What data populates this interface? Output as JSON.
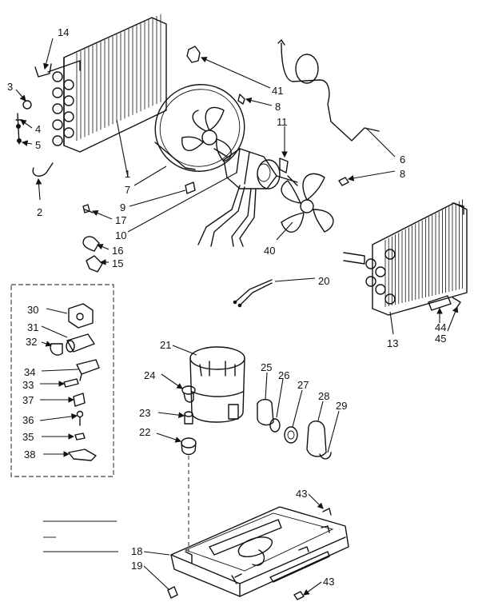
{
  "callouts": [
    {
      "id": "c14",
      "text": "14"
    },
    {
      "id": "c3",
      "text": "3"
    },
    {
      "id": "c4",
      "text": "4"
    },
    {
      "id": "c5",
      "text": "5"
    },
    {
      "id": "c2",
      "text": "2"
    },
    {
      "id": "c1",
      "text": "1"
    },
    {
      "id": "c7",
      "text": "7"
    },
    {
      "id": "c9",
      "text": "9"
    },
    {
      "id": "c17",
      "text": "17"
    },
    {
      "id": "c10",
      "text": "10"
    },
    {
      "id": "c16",
      "text": "16"
    },
    {
      "id": "c15",
      "text": "15"
    },
    {
      "id": "c41",
      "text": "41"
    },
    {
      "id": "c8a",
      "text": "8"
    },
    {
      "id": "c11",
      "text": "11"
    },
    {
      "id": "c6",
      "text": "6"
    },
    {
      "id": "c8b",
      "text": "8"
    },
    {
      "id": "c40",
      "text": "40"
    },
    {
      "id": "c20",
      "text": "20"
    },
    {
      "id": "c13",
      "text": "13"
    },
    {
      "id": "c44",
      "text": "44"
    },
    {
      "id": "c45",
      "text": "45"
    },
    {
      "id": "c30",
      "text": "30"
    },
    {
      "id": "c31",
      "text": "31"
    },
    {
      "id": "c32",
      "text": "32"
    },
    {
      "id": "c34",
      "text": "34"
    },
    {
      "id": "c33",
      "text": "33"
    },
    {
      "id": "c37",
      "text": "37"
    },
    {
      "id": "c36",
      "text": "36"
    },
    {
      "id": "c35",
      "text": "35"
    },
    {
      "id": "c38",
      "text": "38"
    },
    {
      "id": "c21",
      "text": "21"
    },
    {
      "id": "c24",
      "text": "24"
    },
    {
      "id": "c23",
      "text": "23"
    },
    {
      "id": "c22",
      "text": "22"
    },
    {
      "id": "c25",
      "text": "25"
    },
    {
      "id": "c26",
      "text": "26"
    },
    {
      "id": "c27",
      "text": "27"
    },
    {
      "id": "c28",
      "text": "28"
    },
    {
      "id": "c29",
      "text": "29"
    },
    {
      "id": "c43a",
      "text": "43"
    },
    {
      "id": "c18",
      "text": "18"
    },
    {
      "id": "c19",
      "text": "19"
    },
    {
      "id": "c43b",
      "text": "43"
    }
  ]
}
